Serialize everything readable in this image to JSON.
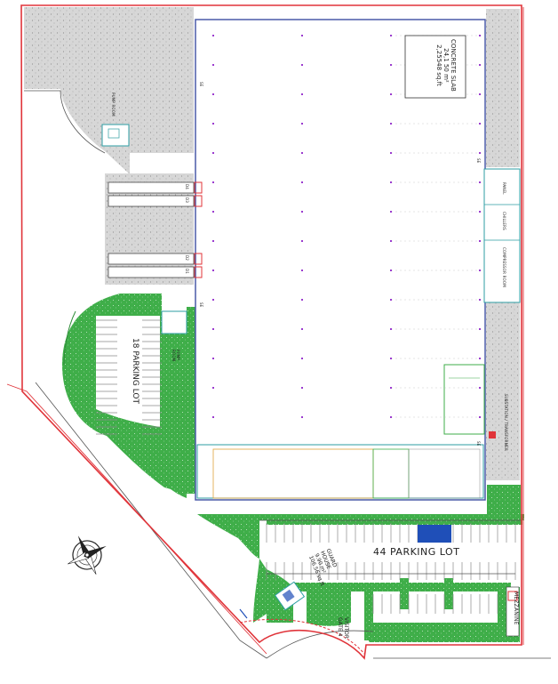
{
  "labels": {
    "concrete_slab_title": "CONCRETE SLAB",
    "concrete_slab_area_m2": "24,1 50 m²",
    "concrete_slab_area_sqft": "2,25548 sq.ft",
    "parking18": "18 PARKING LOT",
    "parking44": "44 PARKING LOT",
    "guard_house_title": "GUARD",
    "guard_house_sub": "HOUSE",
    "guard_house_area_m2": "9.90 m²",
    "guard_house_area_sqft": "106.56 sq.ft",
    "visitor_gate": "VISITOR",
    "visitor_gate_2": "GATE 4",
    "pump_room": "PUMP",
    "pump_room_2": "ROOM",
    "chillers": "CHILLERS",
    "compressor_room": "COMPRESSOR ROOM",
    "panel_room": "PANEL",
    "fire_room": "PUMP ROOM",
    "substation": "SUBSTATION / TRANSFORMER",
    "mezzanine": "MEZZANINE",
    "dock_d4": "D4",
    "dock_d3": "D3",
    "dock_d2": "D2",
    "dock_d1": "D1",
    "se_mark": "SE"
  },
  "colors": {
    "boundary": "#e0343a",
    "lawn": "#3fae49",
    "lawn_light": "#56bd5c",
    "gravel": "#d6d6d6",
    "building": "#4a5aa8",
    "room_teal": "#2e9ea3",
    "parking_line": "#8a8a8a",
    "road": "#ffffff",
    "purple": "#9b3bcf",
    "blue_rect": "#1f4fb8"
  },
  "icons": [
    "compass-rose-icon",
    "truck-icon"
  ]
}
